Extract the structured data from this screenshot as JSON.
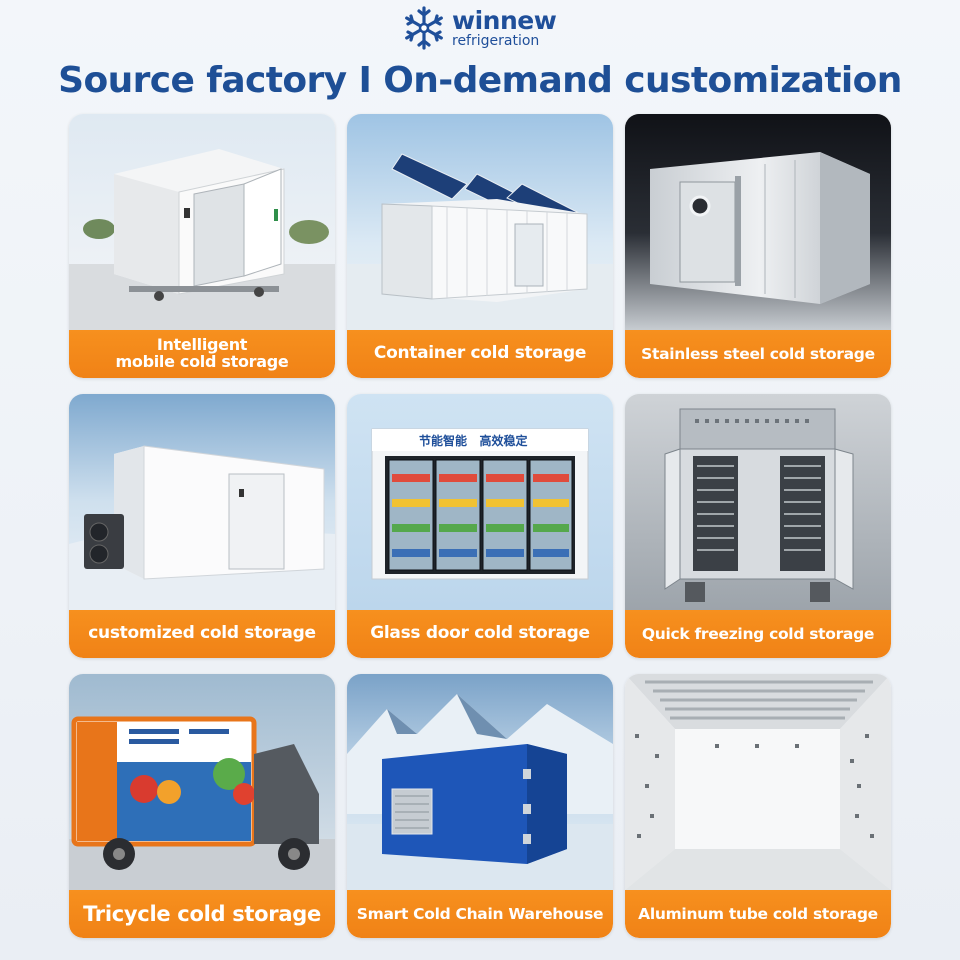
{
  "brand": {
    "name": "winnew",
    "subtitle": "refrigeration",
    "logo_icon": "snowflake-icon",
    "color": "#1f4f9a"
  },
  "headline": "Source factory I On-demand customization",
  "accent_color": "#f08216",
  "products": [
    {
      "label_line1": "Intelligent",
      "label_line2": "mobile cold storage"
    },
    {
      "label_line1": "Container cold storage",
      "label_line2": ""
    },
    {
      "label_line1": "Stainless steel cold storage",
      "label_line2": ""
    },
    {
      "label_line1": "customized cold storage",
      "label_line2": ""
    },
    {
      "label_line1": "Glass door cold storage",
      "label_line2": ""
    },
    {
      "label_line1": "Quick freezing cold storage",
      "label_line2": ""
    },
    {
      "label_line1": "Tricycle cold storage",
      "label_line2": ""
    },
    {
      "label_line1": "Smart Cold Chain Warehouse",
      "label_line2": ""
    },
    {
      "label_line1": "Aluminum tube cold storage",
      "label_line2": ""
    }
  ],
  "glass_door_sign": "节能智能   高效稳定"
}
